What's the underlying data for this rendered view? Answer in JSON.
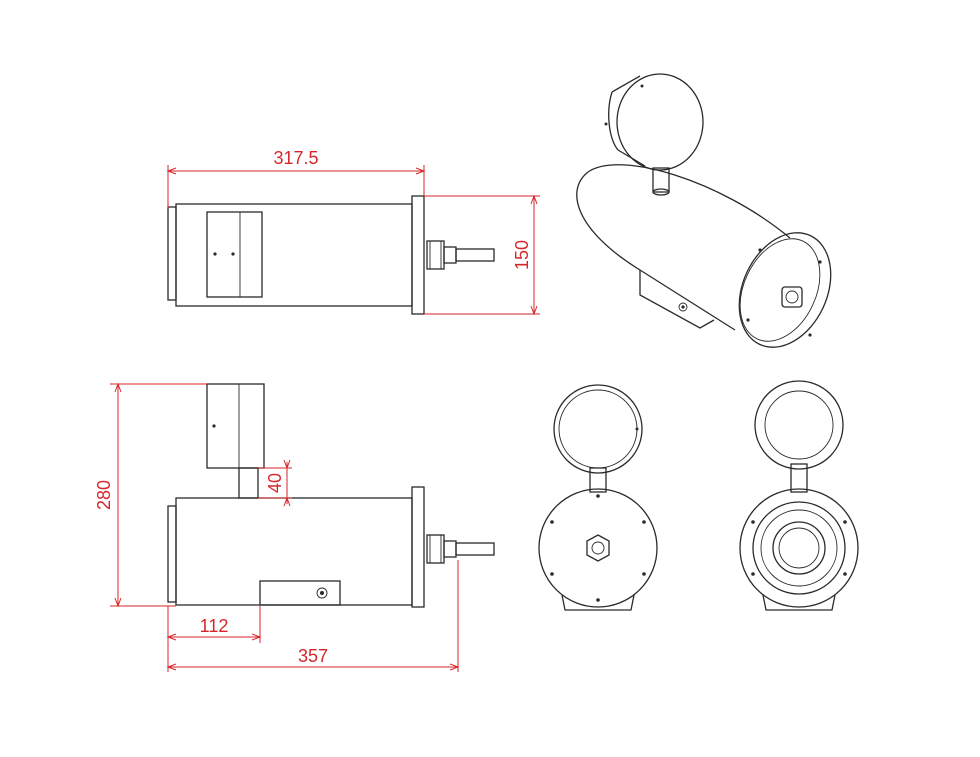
{
  "colors": {
    "part": "#2a2a2a",
    "dimension": "#d7262b",
    "background": "#ffffff"
  },
  "dimensions": {
    "top_length": "317.5",
    "top_height": "150",
    "front_total_height": "280",
    "front_stem_height": "40",
    "front_bracket_offset": "112",
    "front_total_length": "357"
  }
}
